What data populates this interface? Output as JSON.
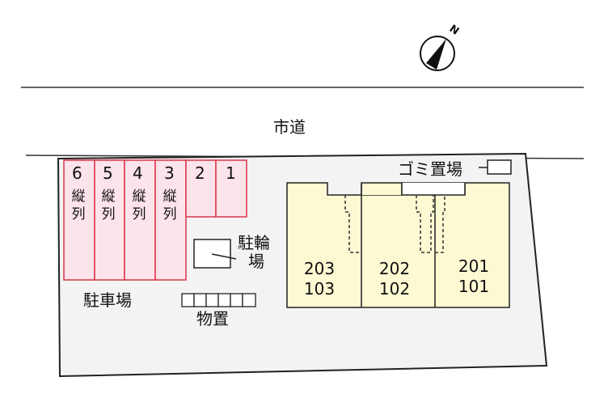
{
  "road": {
    "label": "市道"
  },
  "compass": {
    "label": "N"
  },
  "parking": {
    "label": "駐車場",
    "spaces": [
      {
        "number": "6",
        "note": "縦列"
      },
      {
        "number": "5",
        "note": "縦列"
      },
      {
        "number": "4",
        "note": "縦列"
      },
      {
        "number": "3",
        "note": "縦列"
      },
      {
        "number": "2",
        "note": ""
      },
      {
        "number": "1",
        "note": ""
      }
    ]
  },
  "bicycle_parking": {
    "label_line1": "駐輪",
    "label_line2": "場"
  },
  "storage": {
    "label": "物置"
  },
  "garbage": {
    "label": "ゴミ置場"
  },
  "units": [
    {
      "upper": "203",
      "lower": "103"
    },
    {
      "upper": "202",
      "lower": "102"
    },
    {
      "upper": "201",
      "lower": "101"
    }
  ],
  "colors": {
    "parking_fill": "#fde3ea",
    "parking_stroke": "#d9344a",
    "building_fill": "#fdf9d3",
    "lot_fill": "#f3f3f3"
  }
}
